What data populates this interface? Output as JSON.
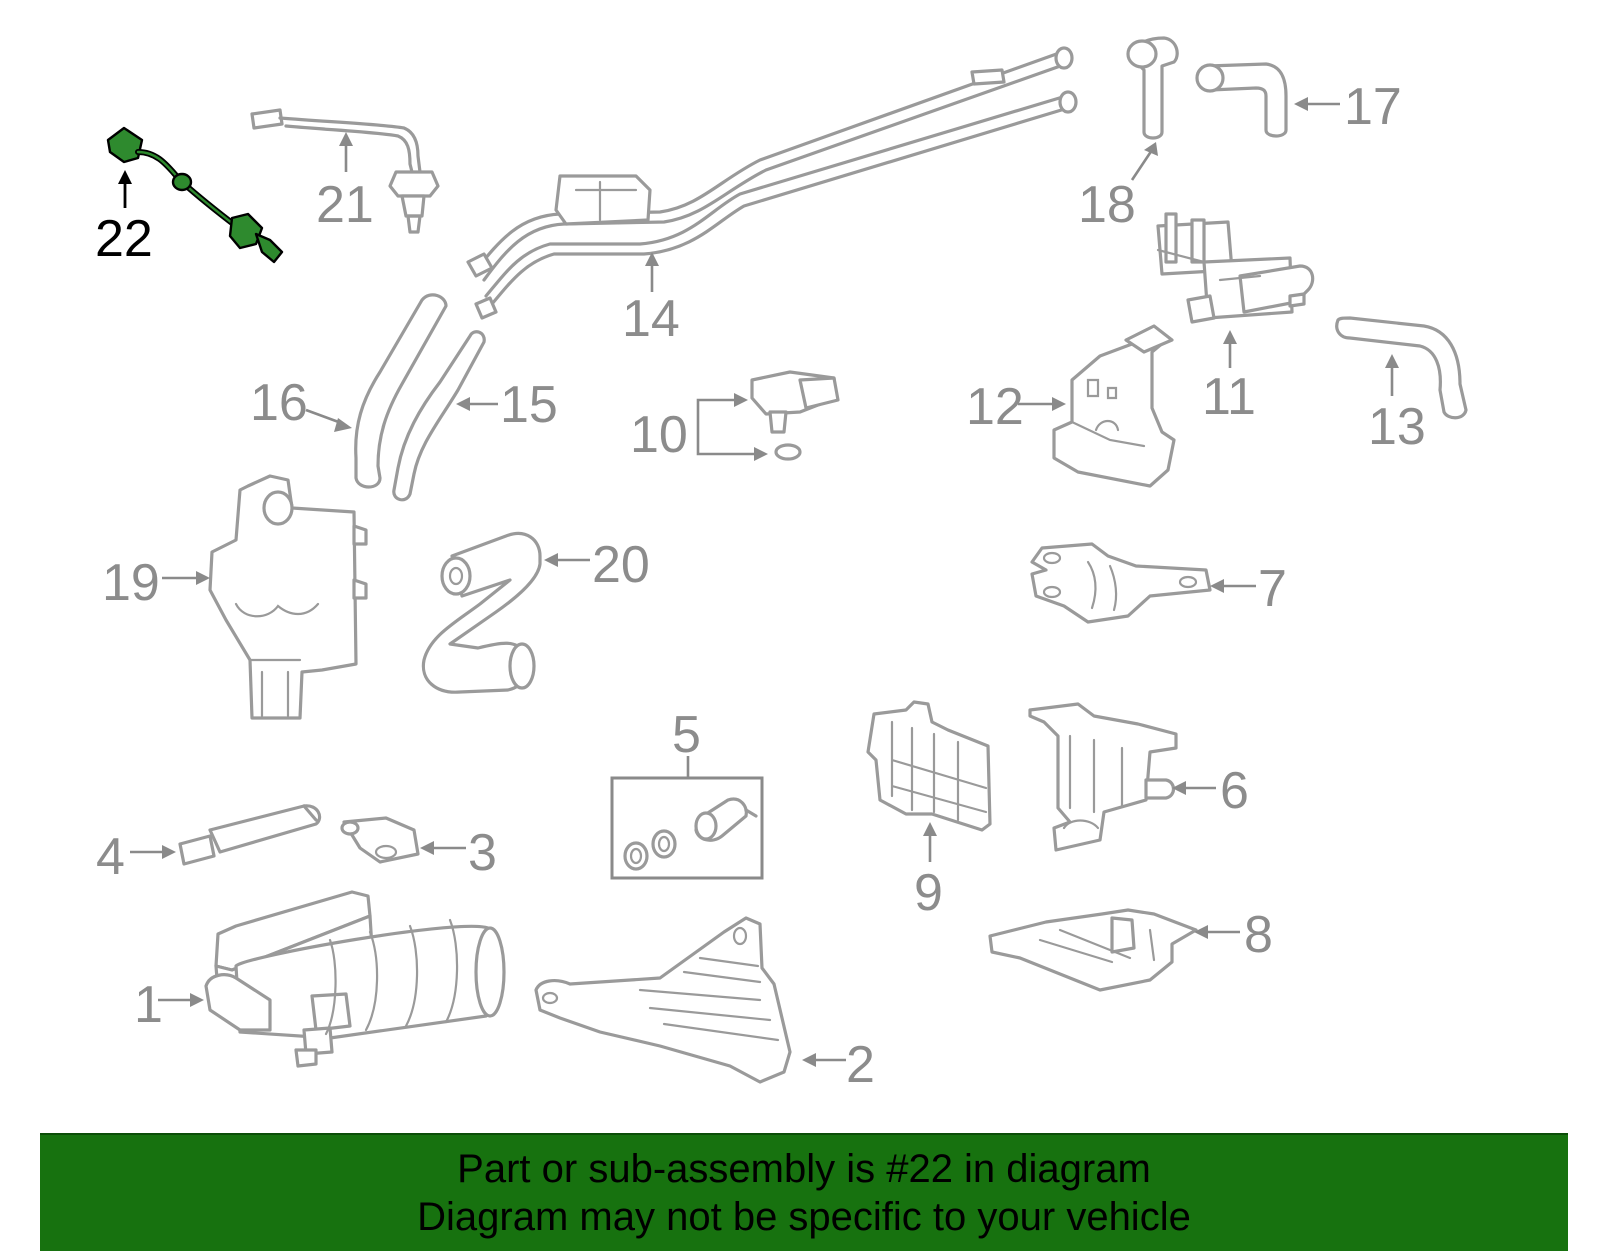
{
  "colors": {
    "banner_bg": "#17720f",
    "highlight_part": "#2e8a2e",
    "part_line": "#9a9a9a",
    "callout_text": "#8c8c8c",
    "highlight_callout": "#000000"
  },
  "callouts": [
    "1",
    "2",
    "3",
    "4",
    "5",
    "6",
    "7",
    "8",
    "9",
    "10",
    "11",
    "12",
    "13",
    "14",
    "15",
    "16",
    "17",
    "18",
    "19",
    "20",
    "21",
    "22"
  ],
  "highlighted_part": "22",
  "banner": {
    "line1": "Part or sub-assembly is #22 in diagram",
    "line2": "Diagram may not be specific to your vehicle"
  }
}
